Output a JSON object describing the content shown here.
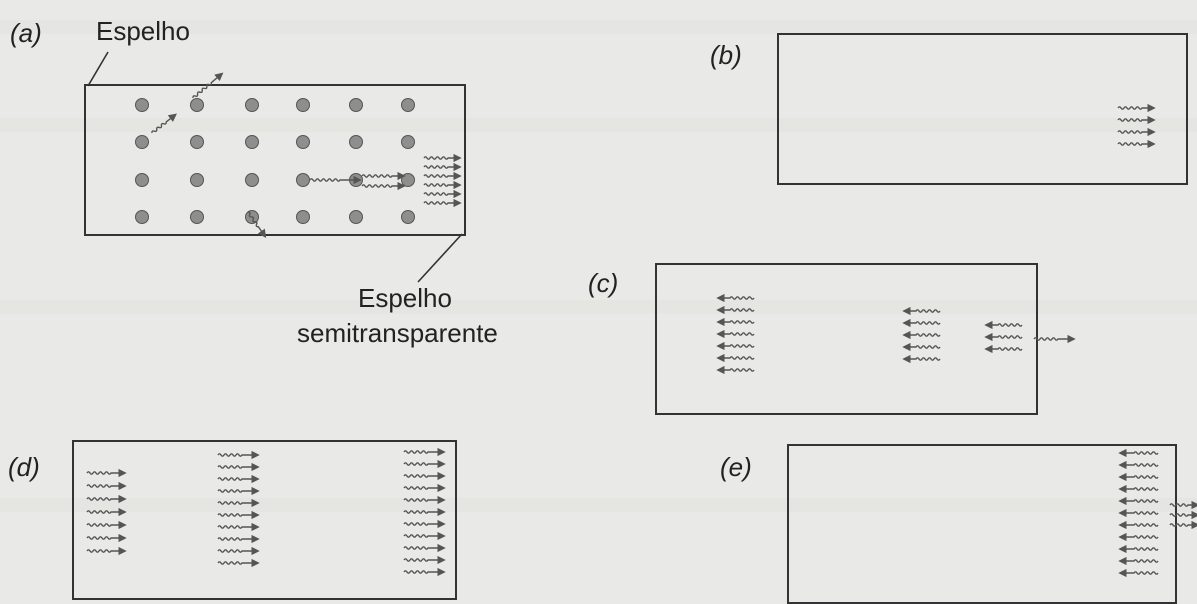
{
  "panels": {
    "a": {
      "label": "(a)"
    },
    "b": {
      "label": "(b)"
    },
    "c": {
      "label": "(c)"
    },
    "d": {
      "label": "(d)"
    },
    "e": {
      "label": "(e)"
    }
  },
  "annotations": {
    "mirror": "Espelho",
    "semi_mirror_line1": "Espelho",
    "semi_mirror_line2": "semitransparente"
  },
  "colors": {
    "line": "#333333",
    "atom": "#8e8e8e",
    "wave": "#555555",
    "background": "#e9e9e7"
  }
}
